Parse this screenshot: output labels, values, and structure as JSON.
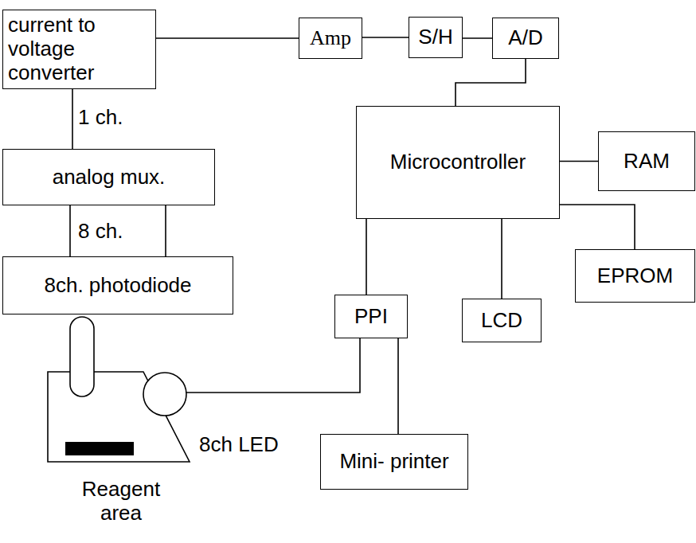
{
  "diagram": {
    "nodes": [
      {
        "text": [
          "current to voltage converter"
        ]
      },
      {
        "text": [
          "Amp"
        ]
      },
      {
        "text": [
          "S/H"
        ]
      },
      {
        "text": [
          "A/D"
        ]
      },
      {
        "text": [
          "Microcontroller"
        ]
      },
      {
        "text": [
          "RAM"
        ]
      },
      {
        "text": [
          "EPROM"
        ]
      },
      {
        "text": [
          "analog mux."
        ]
      },
      {
        "text": [
          "8ch. photodiode"
        ]
      },
      {
        "text": [
          "PPI"
        ]
      },
      {
        "text": [
          "LCD"
        ]
      },
      {
        "text": [
          "Mini- printer"
        ]
      }
    ],
    "edges": [
      {
        "from": 0,
        "to": 1,
        "arrow": "none"
      },
      {
        "from": 1,
        "to": 2,
        "arrow": "none"
      },
      {
        "from": 2,
        "to": 3,
        "arrow": "none"
      },
      {
        "from": 3,
        "to": 4,
        "arrow": "none"
      },
      {
        "from": 0,
        "to": 7,
        "arrow": "none"
      },
      {
        "from": 7,
        "to": 8,
        "arrow": "none"
      },
      {
        "from": 4,
        "to": 5,
        "arrow": "none"
      },
      {
        "from": 4,
        "to": 6,
        "arrow": "none"
      },
      {
        "from": 4,
        "to": 9,
        "arrow": "none"
      },
      {
        "from": 4,
        "to": 10,
        "arrow": "none"
      },
      {
        "from": 9,
        "to": 11,
        "arrow": "none"
      }
    ],
    "labels": [
      "1 ch.",
      "8 ch.",
      "8ch LED",
      "Reagent area"
    ]
  }
}
